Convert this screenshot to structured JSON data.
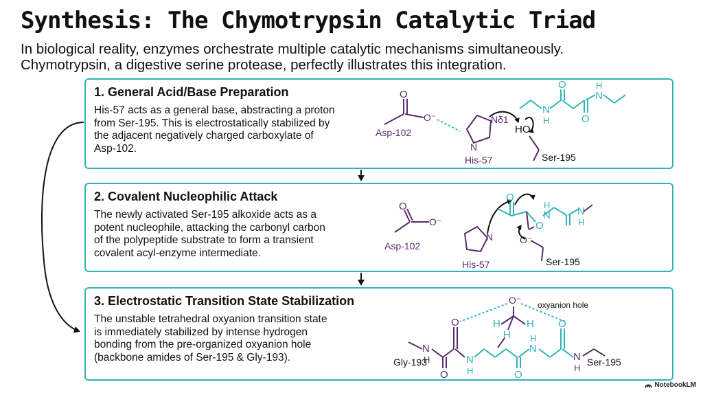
{
  "title": "Synthesis: The Chymotrypsin Catalytic Triad",
  "subtitle": {
    "line1": "In biological reality, enzymes orchestrate multiple catalytic mechanisms simultaneously.",
    "line2": "Chymotrypsin, a digestive serine protease, perfectly illustrates this integration."
  },
  "steps": [
    {
      "title": "1. General Acid/Base Preparation",
      "lines": [
        "His-57 acts as a general base, abstracting a proton",
        "from Ser-195. This is electrostatically stabilized by",
        "the adjacent negatively charged carboxylate of",
        "Asp-102."
      ],
      "labels": {
        "asp": "Asp-102",
        "his": "His-57",
        "ser": "Ser-195",
        "ho": "HO",
        "o_minus": "O⁻",
        "n": "N",
        "nd1": "Nδ1",
        "h": "H"
      }
    },
    {
      "title": "2. Covalent Nucleophilic Attack",
      "lines": [
        "The newly activated Ser-195 alkoxide acts as a",
        "potent nucleophile, attacking the carbonyl carbon",
        "of the polypeptide substrate to form a transient",
        "covalent acyl-enzyme intermediate."
      ],
      "labels": {
        "asp": "Asp-102",
        "his": "His-57",
        "ser": "Ser-195",
        "o_minus": "O⁻",
        "n": "N",
        "h": "H"
      }
    },
    {
      "title": "3. Electrostatic Transition State Stabilization",
      "lines": [
        "The unstable tetrahedral oxyanion transition state",
        "is immediately stabilized by intense hydrogen",
        "bonding from the pre-organized oxyanion hole",
        "(backbone amides of Ser-195 & Gly-193)."
      ],
      "labels": {
        "gly": "Gly-193",
        "ser": "Ser-195",
        "oxyanion_hole": "oxyanion hole",
        "o_minus": "O⁻",
        "n": "N",
        "h": "H"
      }
    }
  ],
  "footer": "NotebookLM",
  "colors": {
    "teal": "#2fb3b8",
    "purple": "#5b2a6b",
    "dark": "#111111"
  },
  "icons": [
    "flow-arrow-down-icon",
    "curved-loop-arrow-icon",
    "notebooklm-logo-icon"
  ]
}
